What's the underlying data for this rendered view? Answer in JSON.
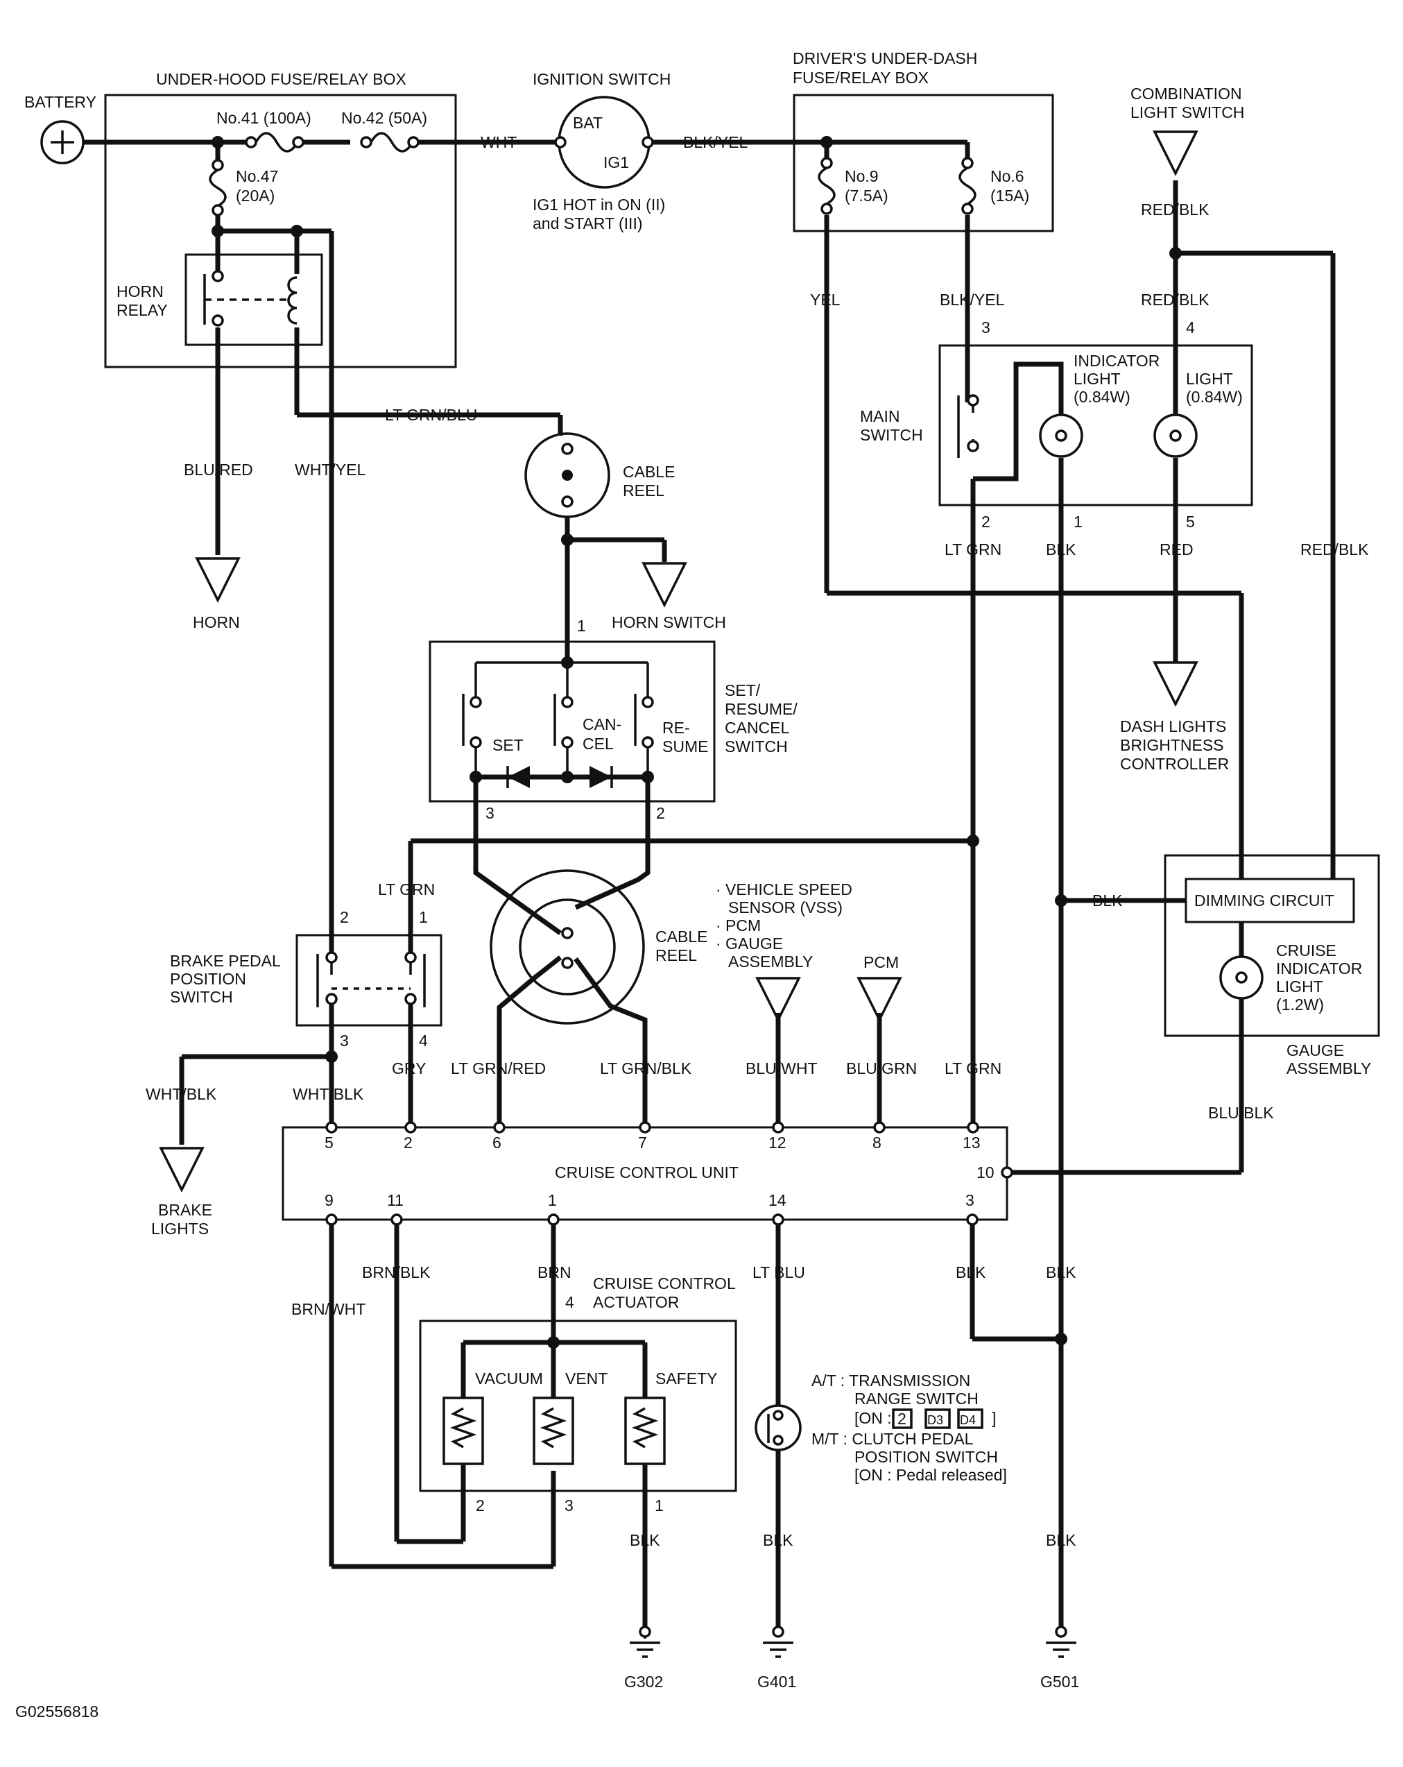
{
  "labels": {
    "battery": "BATTERY",
    "underhood_box": "UNDER-HOOD FUSE/RELAY BOX",
    "fuse41": "No.41 (100A)",
    "fuse42": "No.42 (50A)",
    "fuse47_a": "No.47",
    "fuse47_b": "(20A)",
    "horn_relay_a": "HORN",
    "horn_relay_b": "RELAY",
    "ignition_switch": "IGNITION SWITCH",
    "ign_bat": "BAT",
    "ign_ig1": "IG1",
    "ign_note_a": "IG1 HOT in ON (II)",
    "ign_note_b": "and START (III)",
    "underdash_box_a": "DRIVER'S UNDER-DASH",
    "underdash_box_b": "FUSE/RELAY BOX",
    "fuse9_a": "No.9",
    "fuse9_b": "(7.5A)",
    "fuse6_a": "No.6",
    "fuse6_b": "(15A)",
    "combo_light_a": "COMBINATION",
    "combo_light_b": "LIGHT SWITCH",
    "main_switch_a": "MAIN",
    "main_switch_b": "SWITCH",
    "indicator_light_a": "INDICATOR",
    "indicator_light_b": "LIGHT",
    "indicator_light_c": "(0.84W)",
    "light_a": "LIGHT",
    "light_b": "(0.84W)",
    "cable_reel_a": "CABLE",
    "cable_reel_b": "REEL",
    "horn": "HORN",
    "horn_switch": "HORN SWITCH",
    "set_resume_a": "SET/",
    "set_resume_b": "RESUME/",
    "set_resume_c": "CANCEL",
    "set_resume_d": "SWITCH",
    "sw_set": "SET",
    "sw_can": "CAN-",
    "sw_cel": "CEL",
    "sw_re": "RE-",
    "sw_sume": "SUME",
    "dash_ctrl_a": "DASH LIGHTS",
    "dash_ctrl_b": "BRIGHTNESS",
    "dash_ctrl_c": "CONTROLLER",
    "vss_a": "· VEHICLE SPEED",
    "vss_b": "SENSOR (VSS)",
    "vss_c": "· PCM",
    "vss_d": "· GAUGE",
    "vss_e": "ASSEMBLY",
    "pcm": "PCM",
    "dimming": "DIMMING CIRCUIT",
    "cruise_ind_a": "CRUISE",
    "cruise_ind_b": "INDICATOR",
    "cruise_ind_c": "LIGHT",
    "cruise_ind_d": "(1.2W)",
    "gauge_a": "GAUGE",
    "gauge_b": "ASSEMBLY",
    "brake_sw_a": "BRAKE PEDAL",
    "brake_sw_b": "POSITION",
    "brake_sw_c": "SWITCH",
    "brake_lights_a": "BRAKE",
    "brake_lights_b": "LIGHTS",
    "ccu": "CRUISE CONTROL UNIT",
    "actuator_a": "CRUISE CONTROL",
    "actuator_b": "ACTUATOR",
    "vacuum": "VACUUM",
    "vent": "VENT",
    "safety": "SAFETY",
    "at_a": "A/T : TRANSMISSION",
    "at_b": "RANGE SWITCH",
    "at_c1": "[ON :",
    "at_c2": "2",
    "at_c3": "D3",
    "at_c4": "D4",
    "at_c5": "]",
    "mt_a": "M/T : CLUTCH PEDAL",
    "mt_b": "POSITION SWITCH",
    "mt_c": "[ON : Pedal released]",
    "g302": "G302",
    "g401": "G401",
    "g501": "G501",
    "figure_id": "G02556818"
  },
  "wires": {
    "wht": "WHT",
    "blk_yel_top": "BLK/YEL",
    "yel": "YEL",
    "blk_yel": "BLK/YEL",
    "red_blk_top": "RED/BLK",
    "red_blk_2": "RED/BLK",
    "red_blk_right": "RED/BLK",
    "lt_grn_blu": "LT GRN/BLU",
    "blu_red": "BLU/RED",
    "wht_yel": "WHT/YEL",
    "lt_grn_main": "LT GRN",
    "blk_main": "BLK",
    "red_main": "RED",
    "lt_grn_brake": "LT GRN",
    "gry": "GRY",
    "wht_blk_a": "WHT/BLK",
    "wht_blk_b": "WHT/BLK",
    "lt_grn_red": "LT GRN/RED",
    "lt_grn_blk": "LT GRN/BLK",
    "blu_wht": "BLU/WHT",
    "blu_grn": "BLU/GRN",
    "lt_grn_13": "LT GRN",
    "blu_blk": "BLU/BLK",
    "blk_dim": "BLK",
    "brn_wht": "BRN/WHT",
    "brn_blk": "BRN/BLK",
    "brn": "BRN",
    "lt_blu": "LT BLU",
    "blk_3": "BLK",
    "blk_g501_a": "BLK",
    "blk_act": "BLK",
    "blk_g401": "BLK",
    "blk_g501_b": "BLK"
  },
  "pins": {
    "ms3": "3",
    "ms4": "4",
    "ms2": "2",
    "ms1": "1",
    "ms5": "5",
    "cr1": "1",
    "sr3": "3",
    "sr2": "2",
    "bp2": "2",
    "bp1": "1",
    "bp3": "3",
    "bp4": "4",
    "c5": "5",
    "c2": "2",
    "c6": "6",
    "c7": "7",
    "c12": "12",
    "c8": "8",
    "c13": "13",
    "c10": "10",
    "c9": "9",
    "c11": "11",
    "c1": "1",
    "c14": "14",
    "c3": "3",
    "a4": "4",
    "a2": "2",
    "a3": "3",
    "a1": "1"
  }
}
